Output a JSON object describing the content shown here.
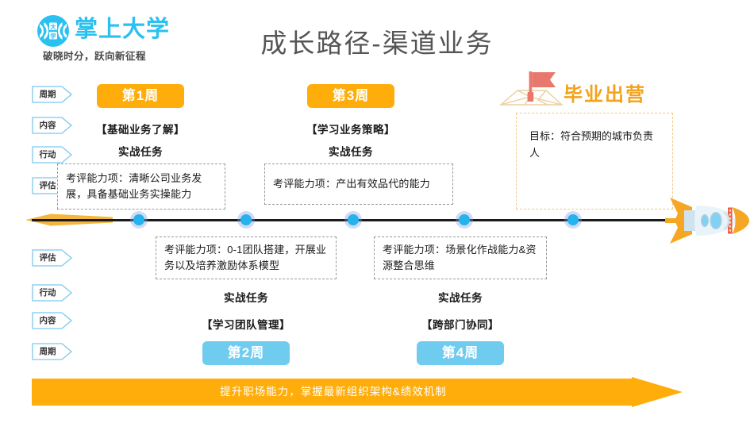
{
  "brand": {
    "wordmark": "掌上大学",
    "tagline": "破晓时分，跃向新征程",
    "emblem_text_top": "大",
    "emblem_text_bottom": "学",
    "logo_color": "#29C1F0"
  },
  "header": {
    "title": "成长路径-渠道业务"
  },
  "colors": {
    "orange": "#FFAD0A",
    "blue": "#6FCCEF",
    "dot": "#24B3EC",
    "banner": "#FFAD0A",
    "grad_title": "#F3A21A",
    "flag": "#E8786B"
  },
  "row_labels": {
    "cycle": "周期",
    "content": "内容",
    "action": "行动",
    "assessment": "评估"
  },
  "timeline": {
    "dots": [
      175,
      310,
      445,
      585,
      722
    ],
    "rocket_label": "rocket-icon"
  },
  "top_columns": [
    {
      "week": "第1周",
      "content": "【基础业务了解】",
      "action": "实战任务",
      "assessment": "考评能力项：清晰公司业务发展，具备基础业务实操能力"
    },
    {
      "week": "第3周",
      "content": "【学习业务策略】",
      "action": "实战任务",
      "assessment": "考评能力项：产出有效品代的能力"
    }
  ],
  "bottom_columns": [
    {
      "week": "第2周",
      "content": "【学习团队管理】",
      "action": "实战任务",
      "assessment": "考评能力项：0-1团队搭建，开展业务以及培养激励体系模型"
    },
    {
      "week": "第4周",
      "content": "【跨部门协同】",
      "action": "实战任务",
      "assessment": "考评能力项：场景化作战能力&资源整合思维"
    }
  ],
  "graduation": {
    "title": "毕业出营",
    "goal": "目标：符合预期的城市负责人",
    "icon": "flag-map-icon"
  },
  "banner": {
    "text": "提升职场能力，掌握最新组织架构&绩效机制"
  }
}
